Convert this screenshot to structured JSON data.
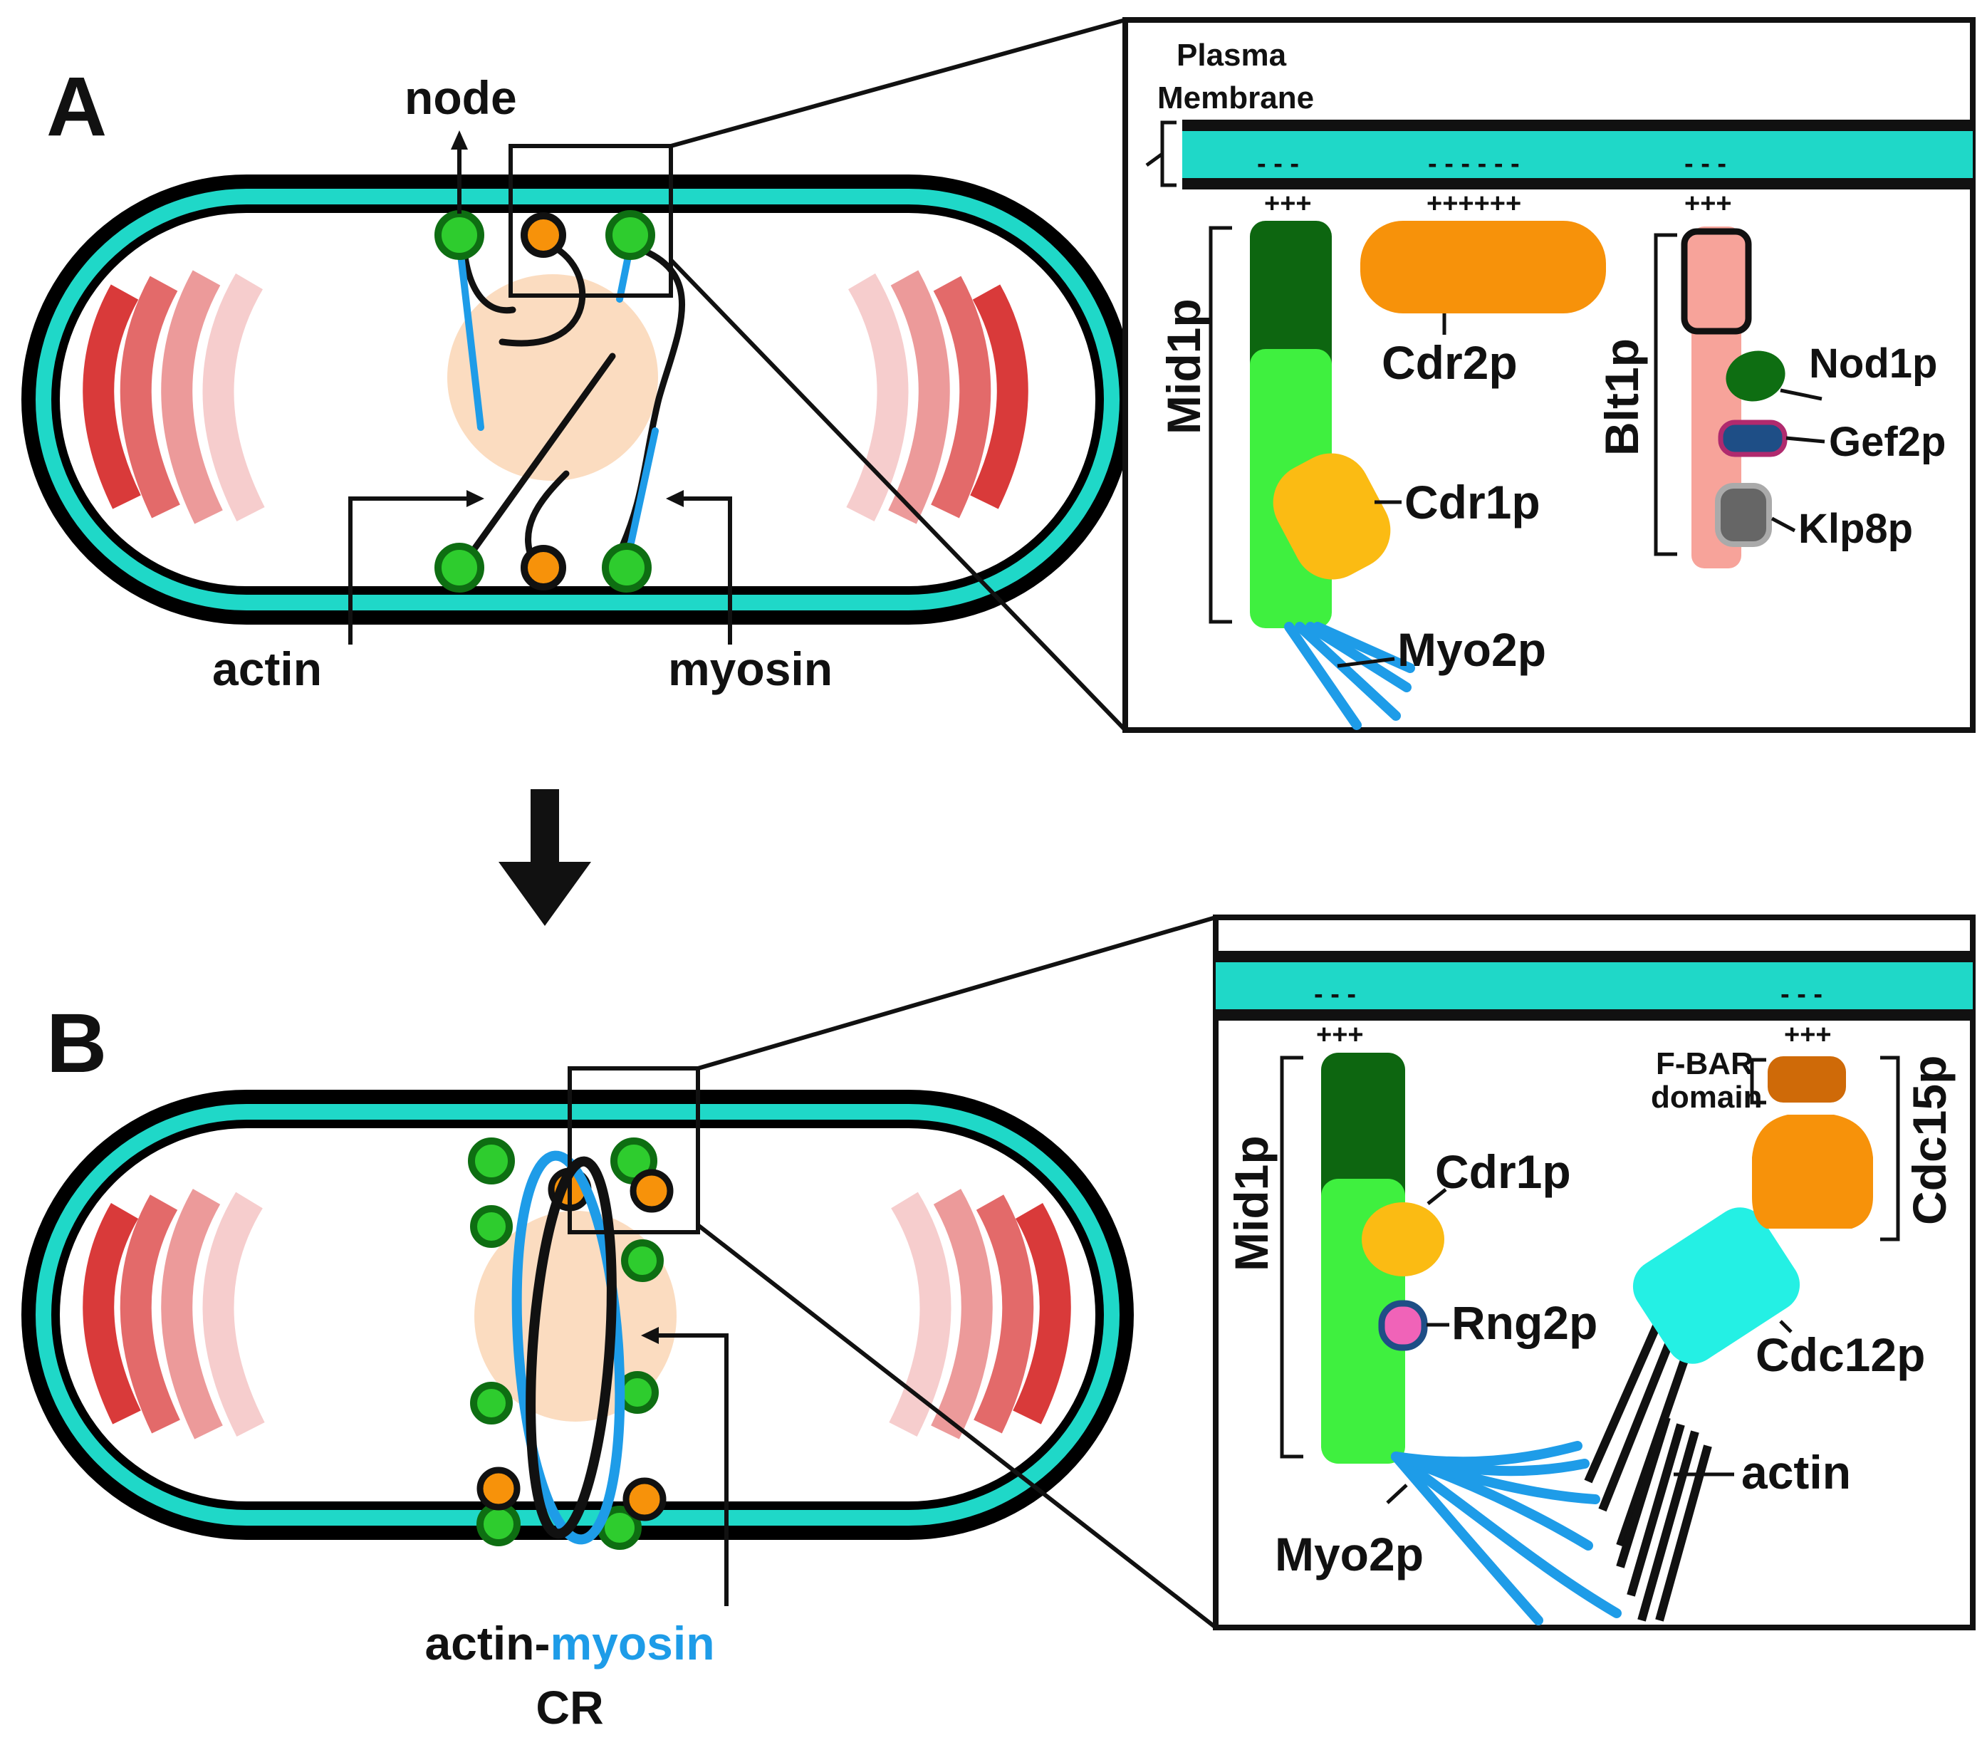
{
  "panels": {
    "a": {
      "letter": "A",
      "cell_labels": {
        "node": "node",
        "actin": "actin",
        "myosin": "myosin"
      },
      "inset": {
        "membrane_label_line1": "Plasma",
        "membrane_label_line2": "Membrane",
        "minus_left": "- - -",
        "minus_mid": "- - - - - -",
        "minus_right": "- - -",
        "plus_left": "+++",
        "plus_mid": "++++++",
        "plus_right": "+++",
        "mid1p": "Mid1p",
        "cdr2p": "Cdr2p",
        "cdr1p": "Cdr1p",
        "myo2p": "Myo2p",
        "blt1p": "Blt1p",
        "nod1p": "Nod1p",
        "gef2p": "Gef2p",
        "klp8p": "Klp8p"
      }
    },
    "b": {
      "letter": "B",
      "cell_labels": {
        "ring_part1": "actin-",
        "ring_part2": "myosin",
        "ring_line2": "CR"
      },
      "inset": {
        "minus_left": "- - -",
        "minus_right": "- - -",
        "plus_left": "+++",
        "plus_right": "+++",
        "mid1p": "Mid1p",
        "cdr1p": "Cdr1p",
        "rng2p": "Rng2p",
        "myo2p": "Myo2p",
        "fbar_line1": "F-BAR",
        "fbar_line2": "domain",
        "cdc15p": "Cdc15p",
        "cdc12p": "Cdc12p",
        "actin": "actin"
      }
    }
  },
  "colors": {
    "membrane": "#1fd8c8",
    "node_green": "#2ecc2e",
    "node_dark_green": "#0e6e12",
    "cdr2p_orange": "#f7920a",
    "myosin_blue": "#1e9ce8",
    "nucleus": "#fbdcc0",
    "blt1p_pink": "#f7a39a",
    "cdr1p_yellow": "#fbbb13",
    "mid1p_light": "#3ff03f",
    "mid1p_dark": "#0d6610",
    "cdc12p_cyan": "#24f0e4",
    "fbar_brown": "#cf6a08"
  }
}
